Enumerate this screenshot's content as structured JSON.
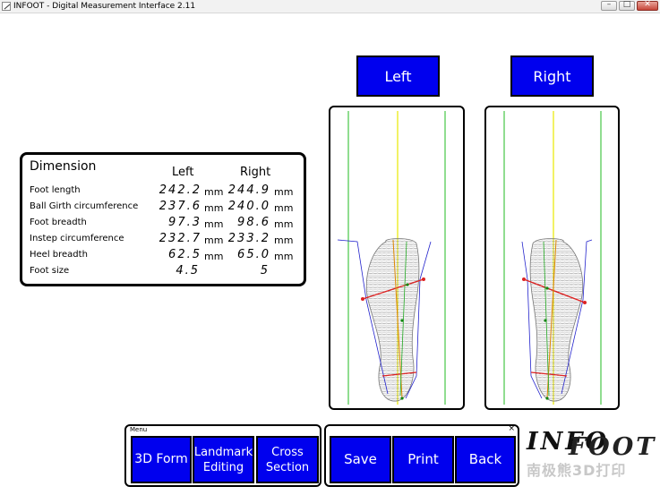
{
  "window": {
    "title": "INFOOT - Digital Measurement Interface 2.11",
    "controls": {
      "minimize": "–",
      "maximize": "□",
      "close": "✕"
    }
  },
  "views": {
    "left_label": "Left",
    "right_label": "Right"
  },
  "dimension": {
    "title": "Dimension",
    "col_left": "Left",
    "col_right": "Right",
    "rows": [
      {
        "label": "Foot length",
        "left": "242.2",
        "right": "244.9",
        "unit": "mm"
      },
      {
        "label": "Ball Girth circumference",
        "left": "237.6",
        "right": "240.0",
        "unit": "mm"
      },
      {
        "label": "Foot breadth",
        "left": "97.3",
        "right": "98.6",
        "unit": "mm"
      },
      {
        "label": "Instep circumference",
        "left": "232.7",
        "right": "233.2",
        "unit": "mm"
      },
      {
        "label": "Heel breadth",
        "left": "62.5",
        "right": "65.0",
        "unit": "mm"
      },
      {
        "label": "Foot size",
        "left": "4.5",
        "right": "5",
        "unit": ""
      }
    ]
  },
  "menu": {
    "label": "Menu",
    "btn_3d_form": "3D Form",
    "btn_landmark": "Landmark\nEditing",
    "btn_cross": "Cross\nSection"
  },
  "actions": {
    "close": "×",
    "save": "Save",
    "print": "Print",
    "back": "Back"
  },
  "logo": {
    "line1": "INFO",
    "line2": "FOOT",
    "watermark": "南极熊3D打印"
  },
  "colors": {
    "button_blue": "#0000ee",
    "guide_green": "#22bb22",
    "guide_yellow": "#e8e800",
    "landmark_red": "#dd2222",
    "outline_blue": "#2222cc"
  }
}
